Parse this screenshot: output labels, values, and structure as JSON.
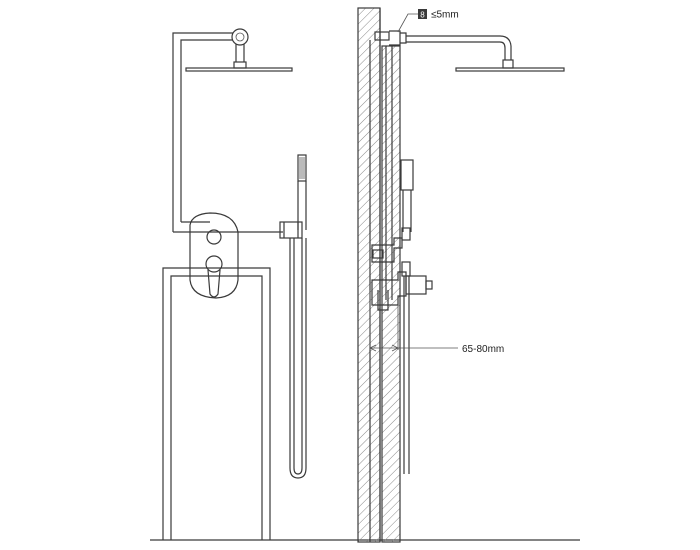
{
  "annotations": {
    "gap_badge": "8",
    "gap_value": "≤5mm",
    "depth_value": "65-80mm"
  },
  "colors": {
    "line": "#3a3a3a",
    "hatch": "#8a8a8a",
    "badge_fill": "#3a3a3a"
  }
}
